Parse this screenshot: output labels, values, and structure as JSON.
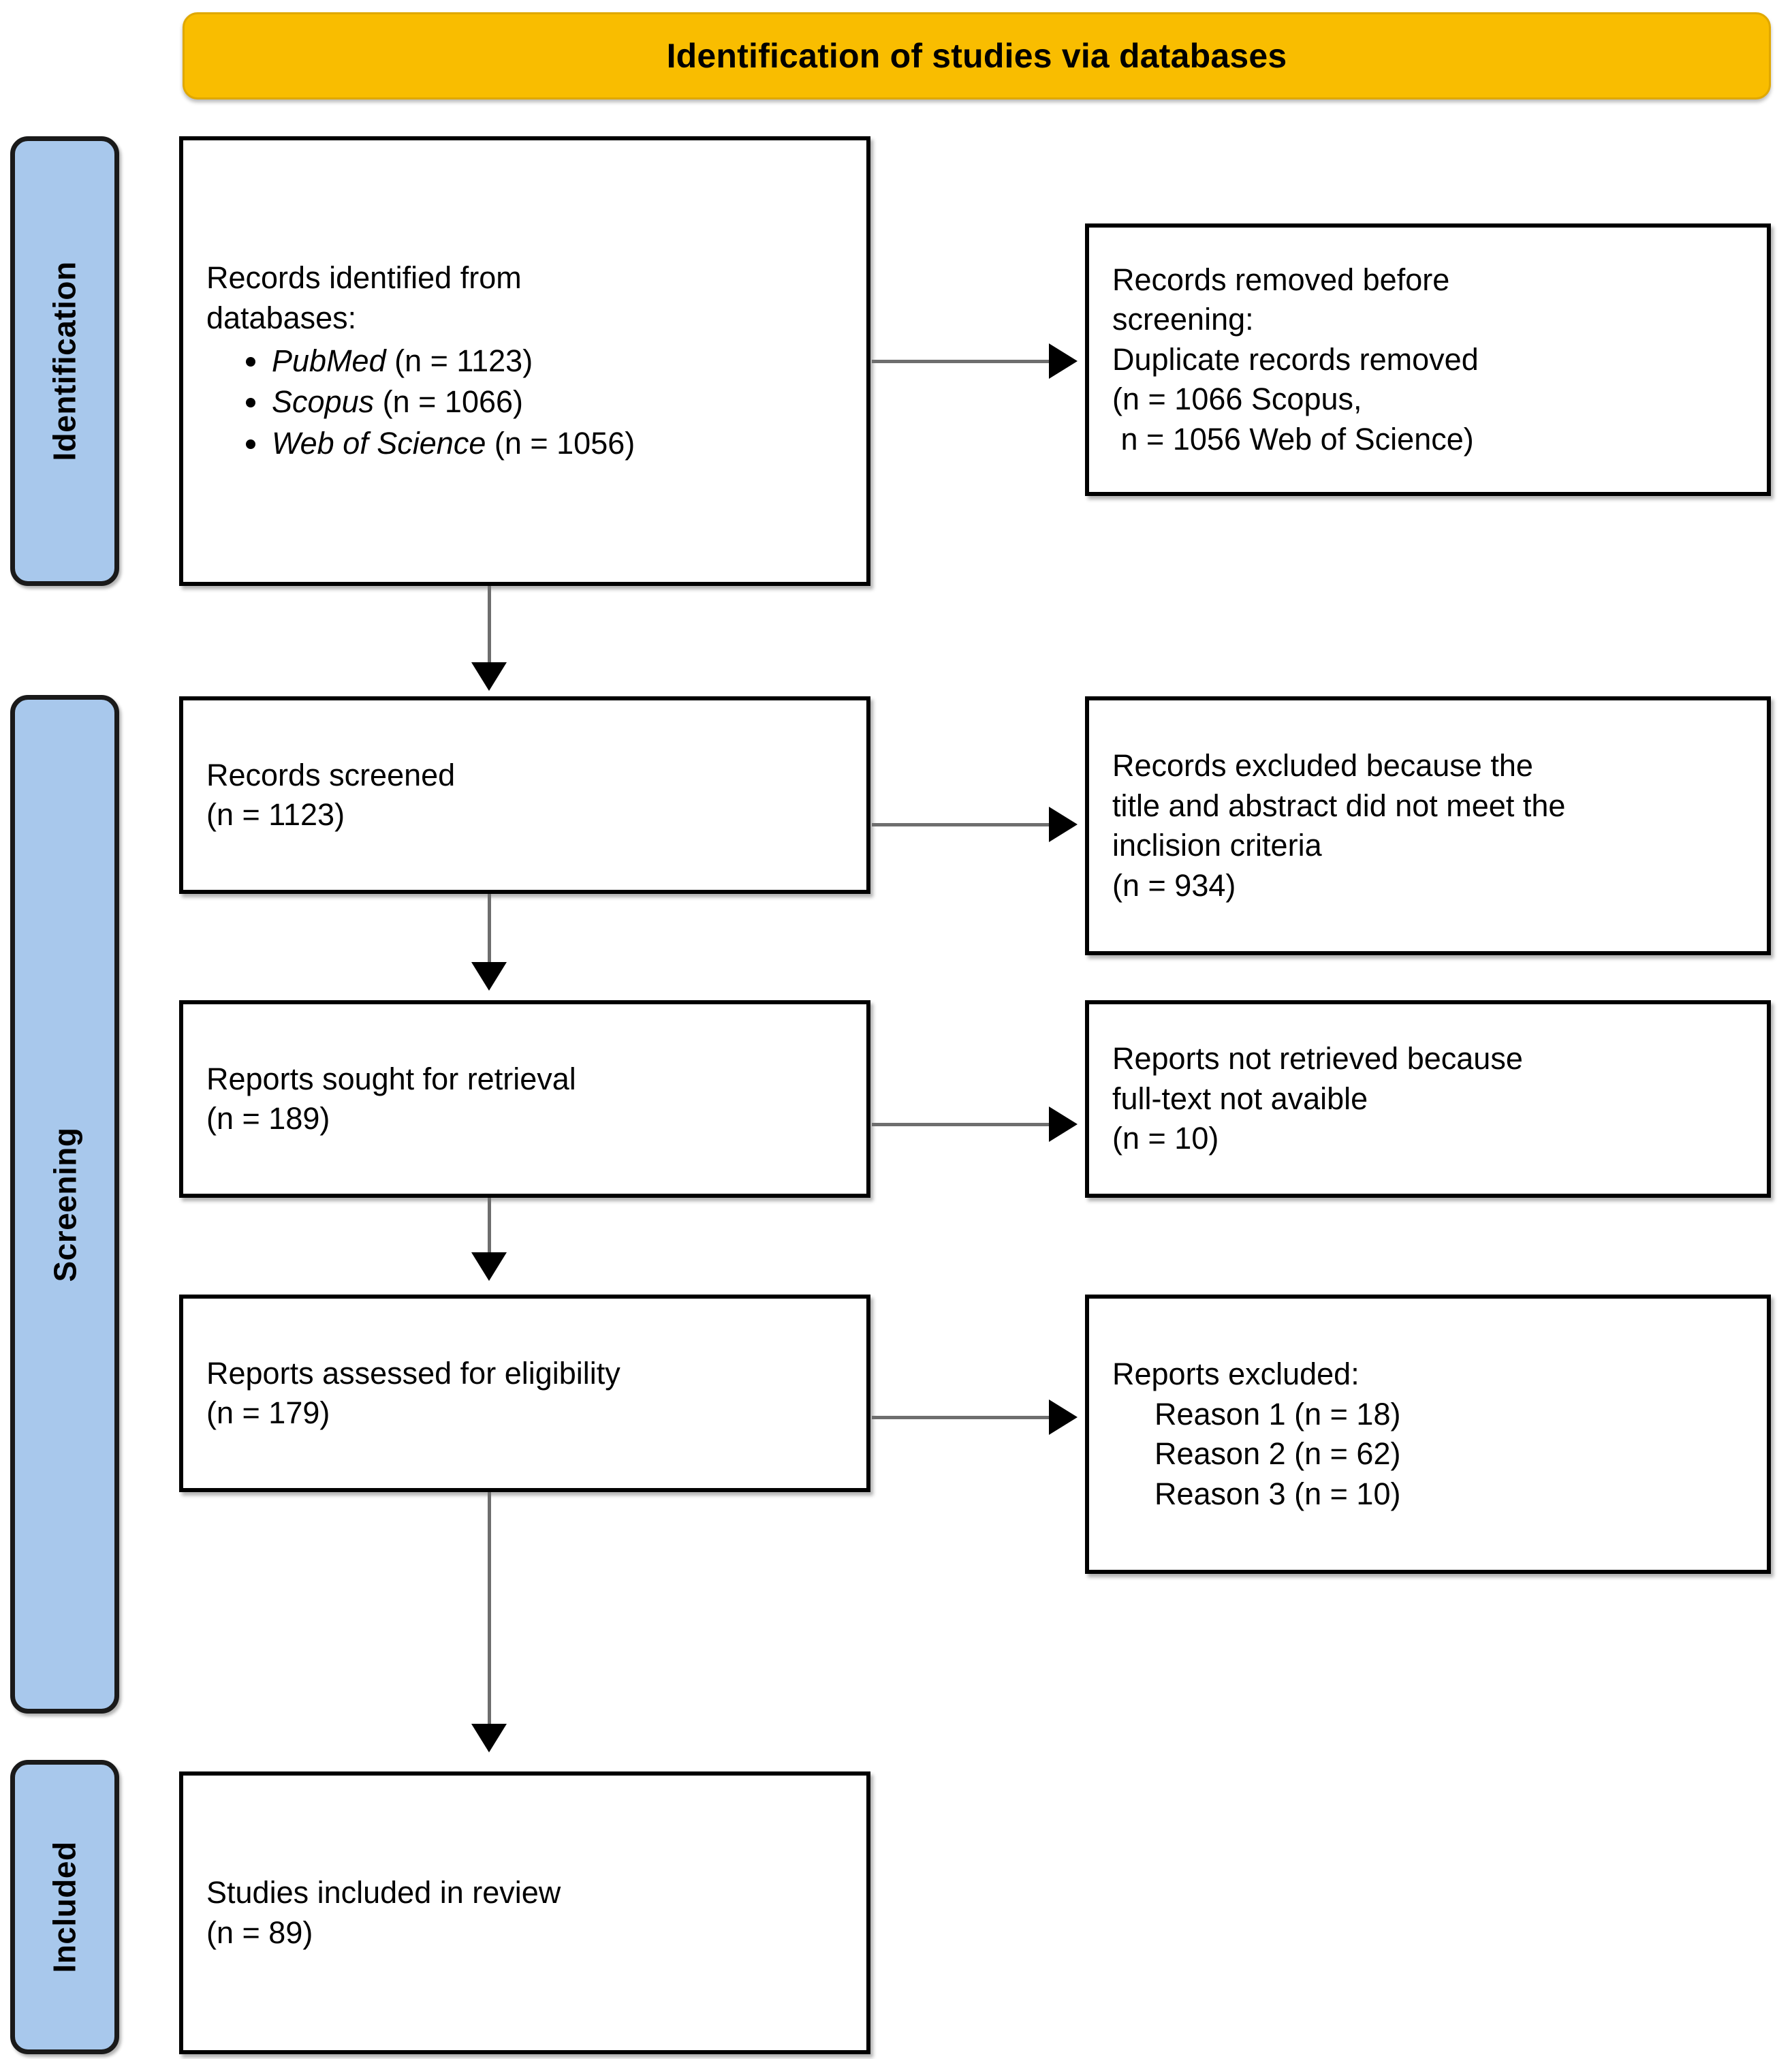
{
  "banner": {
    "title": "Identification of studies via databases",
    "background_color": "#F9BD00"
  },
  "stages": [
    {
      "id": "identification",
      "label": "Identification",
      "color": "#A8C8EC"
    },
    {
      "id": "screening",
      "label": "Screening",
      "color": "#A8C8EC"
    },
    {
      "id": "included",
      "label": "Included",
      "color": "#A8C8EC"
    }
  ],
  "boxes": {
    "identified": {
      "line1": "Records identified from",
      "line2": "databases:",
      "databases": [
        {
          "name": "PubMed",
          "count": "(n = 1123)"
        },
        {
          "name": "Scopus",
          "count": "(n = 1066)"
        },
        {
          "name": "Web of Science",
          "count": "(n = 1056)"
        }
      ]
    },
    "removed": {
      "line1": "Records removed before",
      "line2": "screening:",
      "line3": "Duplicate records removed",
      "line4": "(n = 1066 Scopus,",
      "line5": " n = 1056 Web of Science)"
    },
    "screened": {
      "line1": "Records screened",
      "line2": "(n = 1123)"
    },
    "excluded": {
      "line1": "Records excluded because the",
      "line2": "title and abstract did not meet the",
      "line3": "inclision criteria",
      "line4": "(n = 934)"
    },
    "sought": {
      "line1": "Reports sought for retrieval",
      "line2": "(n = 189)"
    },
    "not_retrieved": {
      "line1": "Reports not retrieved because",
      "line2": "full-text not avaible",
      "line3": "(n = 10)"
    },
    "assessed": {
      "line1": "Reports assessed for eligibility",
      "line2": "(n = 179)"
    },
    "reports_excluded": {
      "line1": "Reports excluded:",
      "reason1": "Reason 1 (n = 18)",
      "reason2": "Reason 2 (n = 62)",
      "reason3": "Reason 3 (n = 10)"
    },
    "included": {
      "line1": "Studies included in review",
      "line2": "(n = 89)"
    }
  }
}
